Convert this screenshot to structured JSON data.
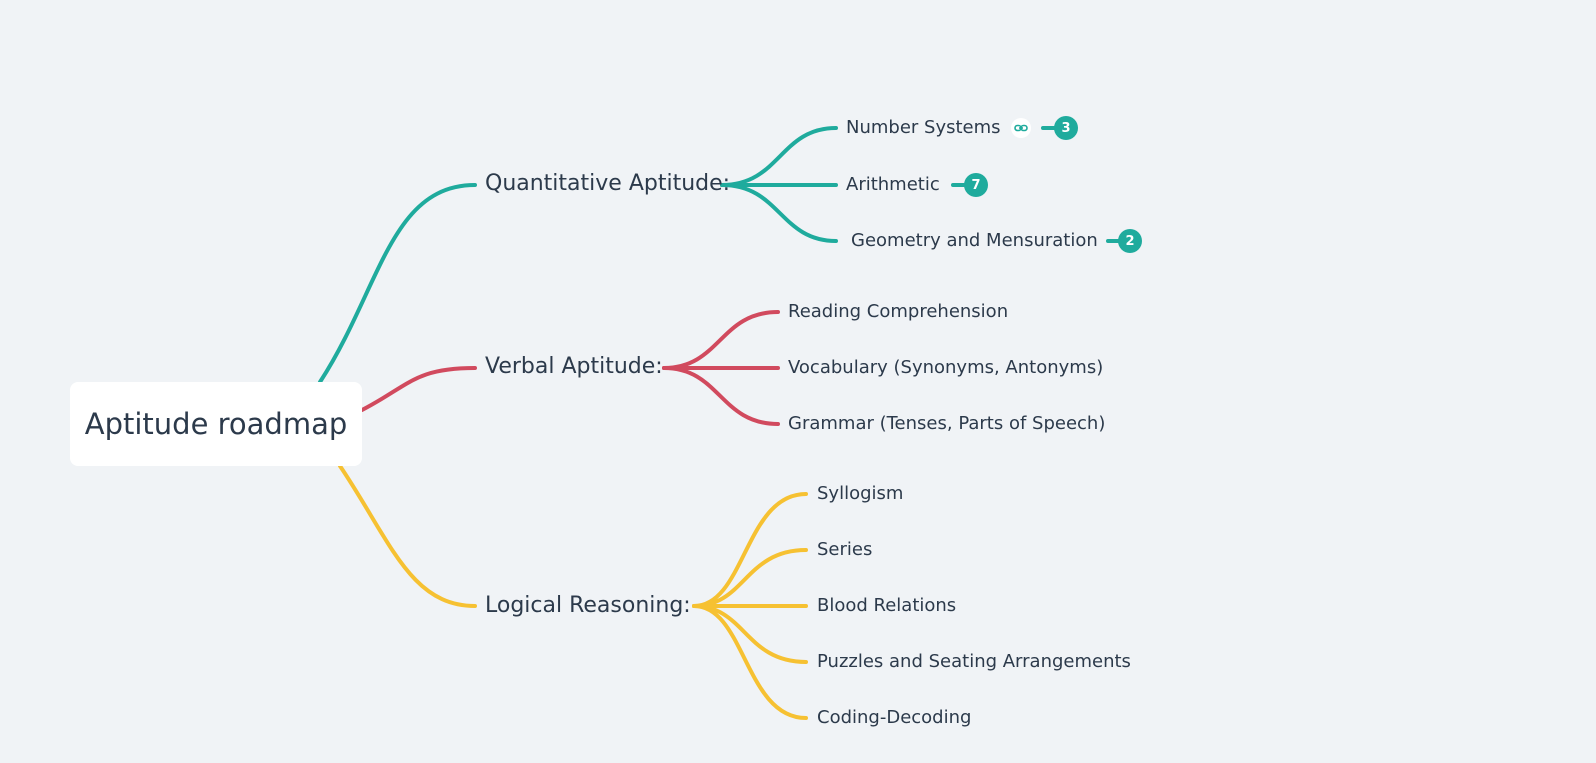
{
  "root": {
    "label": "Aptitude roadmap"
  },
  "colors": {
    "background": "#f0f3f6",
    "quant": "#1fab9d",
    "verbal": "#d14a5e",
    "logical": "#f6c132"
  },
  "branches": [
    {
      "label": "Quantitative Aptitude:",
      "color_key": "quant",
      "children": [
        {
          "label": "Number Systems",
          "badge": "3",
          "link_icon": "link-icon"
        },
        {
          "label": "Arithmetic",
          "badge": "7"
        },
        {
          "label": "Geometry and Mensuration",
          "badge": "2"
        }
      ]
    },
    {
      "label": "Verbal Aptitude:",
      "color_key": "verbal",
      "children": [
        {
          "label": "Reading Comprehension"
        },
        {
          "label": "Vocabulary (Synonyms, Antonyms)"
        },
        {
          "label": "Grammar (Tenses, Parts of Speech)"
        }
      ]
    },
    {
      "label": "Logical Reasoning:",
      "color_key": "logical",
      "children": [
        {
          "label": "Syllogism"
        },
        {
          "label": "Series"
        },
        {
          "label": "Blood Relations"
        },
        {
          "label": "Puzzles and Seating Arrangements"
        },
        {
          "label": "Coding-Decoding"
        }
      ]
    }
  ]
}
